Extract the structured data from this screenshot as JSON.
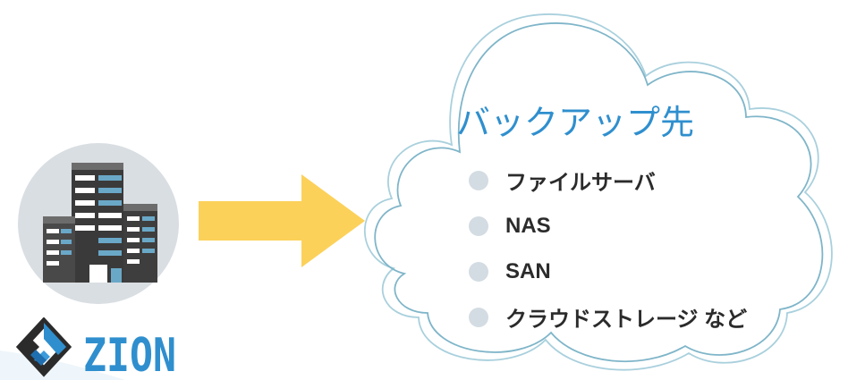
{
  "logo": {
    "text": "ZION"
  },
  "cloud": {
    "title": "バックアップ先",
    "items": [
      {
        "label": "ファイルサーバ"
      },
      {
        "label": "NAS"
      },
      {
        "label": "SAN"
      },
      {
        "label": "クラウドストレージ など"
      }
    ]
  },
  "colors": {
    "accent_blue": "#2f8fce",
    "arrow_yellow": "#fcd15a",
    "cloud_outline": "#9cc9d9",
    "bullet_gray": "#d3dce2",
    "building_circle": "#d9dee2"
  },
  "icons": [
    "office-building-icon",
    "zion-diamond-logo-icon",
    "right-arrow-icon",
    "cloud-icon"
  ]
}
